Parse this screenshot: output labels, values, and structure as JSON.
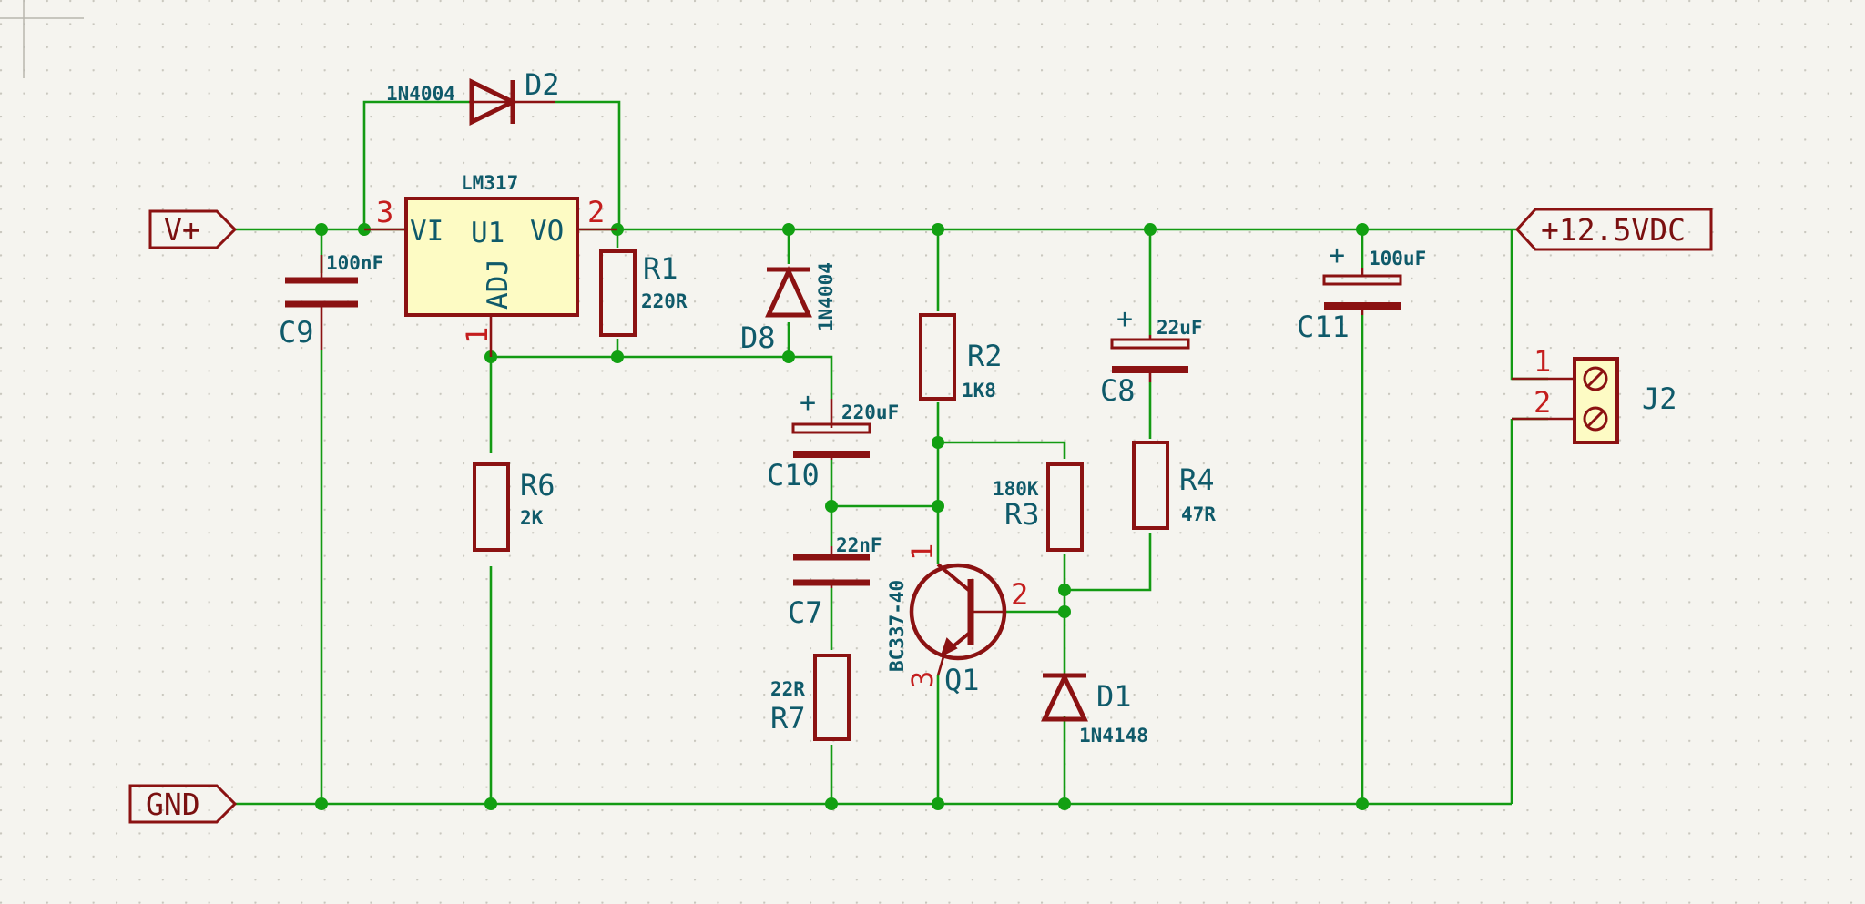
{
  "power_labels": {
    "vplus": "V+",
    "gnd": "GND",
    "out": "+12.5VDC"
  },
  "u1": {
    "ref": "U1",
    "value": "LM317",
    "pin_vi": "VI",
    "pin_vo": "VO",
    "pin_adj": "ADJ",
    "pin_num_in": "3",
    "pin_num_out": "2",
    "pin_num_adj": "1"
  },
  "d2": {
    "ref": "D2",
    "value": "1N4004"
  },
  "d8": {
    "ref": "D8",
    "value": "1N4004"
  },
  "d1": {
    "ref": "D1",
    "value": "1N4148"
  },
  "c9": {
    "ref": "C9",
    "value": "100nF"
  },
  "c10": {
    "ref": "C10",
    "value": "220uF",
    "plus": "+"
  },
  "c7": {
    "ref": "C7",
    "value": "22nF"
  },
  "c8": {
    "ref": "C8",
    "value": "22uF",
    "plus": "+"
  },
  "c11": {
    "ref": "C11",
    "value": "100uF",
    "plus": "+"
  },
  "r1": {
    "ref": "R1",
    "value": "220R"
  },
  "r2": {
    "ref": "R2",
    "value": "1K8"
  },
  "r3": {
    "ref": "R3",
    "value": "180K"
  },
  "r4": {
    "ref": "R4",
    "value": "47R"
  },
  "r6": {
    "ref": "R6",
    "value": "2K"
  },
  "r7": {
    "ref": "R7",
    "value": "22R"
  },
  "q1": {
    "ref": "Q1",
    "value": "BC337-40",
    "pin_c": "1",
    "pin_b": "2",
    "pin_e": "3"
  },
  "j2": {
    "ref": "J2",
    "pin1": "1",
    "pin2": "2"
  },
  "colors": {
    "background": "#f5f4ef",
    "wire": "#139a13",
    "junction": "#12a012",
    "symbol": "#8b1212",
    "ic_fill": "#fdfbc4",
    "reference_text": "#0f5a6a",
    "pin_number": "#c41e1e"
  }
}
